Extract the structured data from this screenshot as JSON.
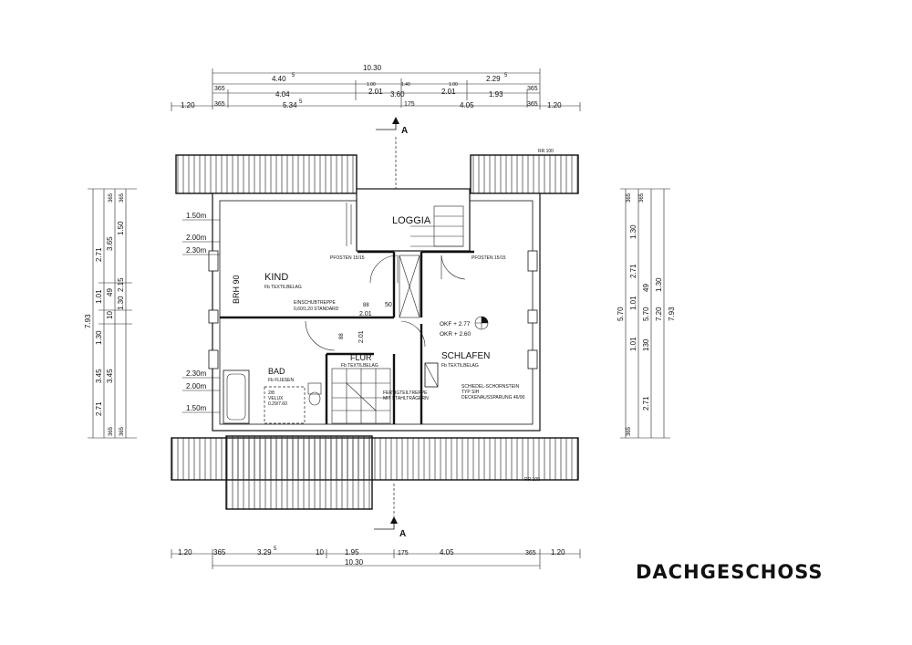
{
  "title": "DACHGESCHOSS",
  "top_dims": {
    "overall": "10.30",
    "row1": [
      "4.40",
      "5",
      "2.29",
      "5"
    ],
    "row2": [
      "365",
      "1.00",
      "1.40",
      "1.00",
      "365"
    ],
    "row3": [
      "4.04",
      "2.01",
      "3.60",
      "2.01",
      "1.93"
    ],
    "row4": [
      "1.20",
      "365",
      "5.34",
      "5",
      "175",
      "4.05",
      "365",
      "1.20"
    ]
  },
  "bottom_dims": {
    "row": [
      "1.20",
      "365",
      "3.29",
      "5",
      "10",
      "1.95",
      "175",
      "4.05",
      "365",
      "1.20"
    ],
    "overall": "10.30"
  },
  "left_dims": {
    "outer": [
      "7.93"
    ],
    "mid1": [
      "2.71",
      "1.01",
      "1.30",
      "3.45",
      "2.71"
    ],
    "mid2": [
      "3.65",
      "49",
      "10",
      "3.45"
    ],
    "mid3": [
      "1.50",
      "2.15",
      "1.30"
    ],
    "small": [
      "365",
      "365",
      "365",
      "365"
    ]
  },
  "right_dims": {
    "a": [
      "365",
      "365",
      "365"
    ],
    "b": [
      "1.30",
      "5.70",
      "5.70",
      "7.20",
      "7.93"
    ],
    "c": [
      "2.71",
      "1.01",
      "49",
      "1.30",
      "1.01",
      "130",
      "2.71"
    ]
  },
  "heights_left": [
    "1.50m",
    "2.00m",
    "2.30m",
    "2.30m",
    "2.00m",
    "1.50m"
  ],
  "section_marker": "A",
  "rooms": {
    "loggia": "LOGGIA",
    "kind": "KIND",
    "kind_floor": "Fb TEXTILBELAG",
    "bad": "BAD",
    "bad_floor": "Fb FLIESEN",
    "flur": "FLUR",
    "flur_floor": "Fb TEXTILBELAG",
    "schlafen": "SCHLAFEN",
    "schlafen_floor": "Fb TEXTILBELAG"
  },
  "labels": {
    "brh": "BRH 90",
    "pfosten_left": "PFOSTEN 15/15",
    "pfosten_right": "PFOSTEN 15/15",
    "einschub1": "EINSCHUBTREPPE",
    "einschub2": "0,60/1,20 STANDARD",
    "okf": "OKF + 2.77",
    "okr": "OKR + 2.60",
    "schiedel1": "SCHIEDEL-SCHORNSTEIN",
    "schiedel2": "TYP SIH",
    "schiedel3": "DECKENAUSSPARUNG 46/90",
    "fertig1": "FERTIGTEILTREPPE",
    "fertig2": "MIT STAHLTRÄGERN",
    "velux1": "2/8",
    "velux2": "VELUX",
    "velux3": "0.29/7.60",
    "rr_top": "RR 100",
    "rr_bottom": "RR 100",
    "dim_50": "50",
    "dim_201a": "2.01",
    "dim_201b": "2.01",
    "dim_88a": "88",
    "dim_88b": "88"
  }
}
